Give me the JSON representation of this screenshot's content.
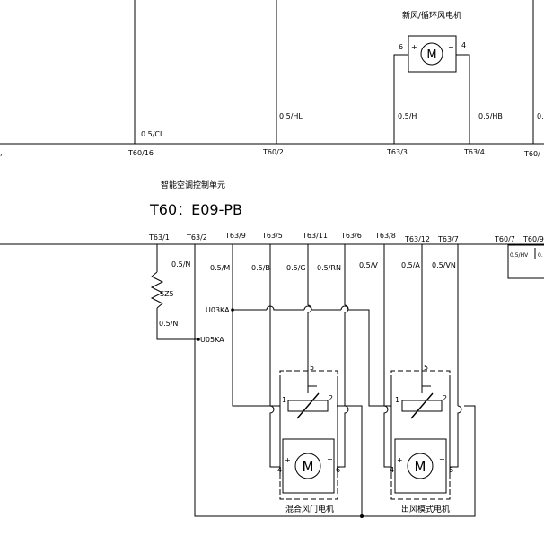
{
  "top_section": {
    "motor_caption": "新风/循环风电机",
    "motor_letter": "M",
    "pin_left": "6",
    "pin_right": "4",
    "sign_plus": "+",
    "sign_minus": "−",
    "wires": [
      "0.5/CL",
      "0.5/HL",
      "0.5/H",
      "0.5/HB",
      "0."
    ],
    "connectors": [
      ",",
      "T60/16",
      "T60/2",
      "T63/3",
      "T63/4",
      "T60/"
    ]
  },
  "unit": {
    "name": "智能空调控制单元",
    "code": "T60：E09-PB"
  },
  "header_pins": [
    "T63/1",
    "T63/2",
    "T63/9",
    "T63/5",
    "T63/11",
    "T63/6",
    "T63/8",
    "T63/12",
    "T63/7",
    "T60/7",
    "T60/9"
  ],
  "wire_labels": [
    "0.5/N",
    "0.5/M",
    "0.5/B",
    "0.5/G",
    "0.5/RN",
    "0.5/V",
    "0.5/A",
    "0.5/VN",
    "0.5/N"
  ],
  "right_box_labels": [
    "0.5/HV",
    "0."
  ],
  "resistor_label": "SZ5",
  "splices": [
    "U03KA",
    "U05KA"
  ],
  "motor1": {
    "caption": "混合风门电机",
    "letter": "M",
    "pot_pin": "5",
    "pin1": "1",
    "pin2": "2",
    "pin_plus_num": "4",
    "pin_minus_num": "6",
    "sign_plus": "+",
    "sign_minus": "−"
  },
  "motor2": {
    "caption": "出风模式电机",
    "letter": "M",
    "pot_pin": "5",
    "pin1": "1",
    "pin2": "2",
    "pin_plus_num": "4",
    "pin_minus_num": "6",
    "sign_plus": "+",
    "sign_minus": "−"
  }
}
